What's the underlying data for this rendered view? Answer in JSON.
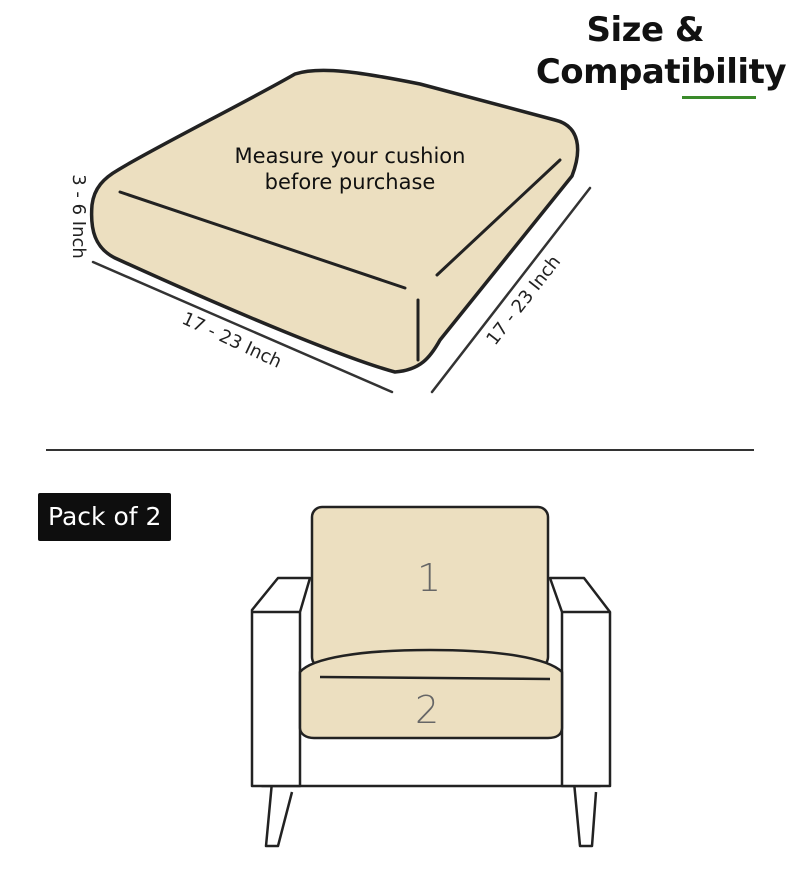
{
  "header": {
    "title_line1": "Size &",
    "title_line2": "Compatibility",
    "accent_color": "#3a8a2a"
  },
  "cushion": {
    "fill_color": "#ecdfc0",
    "instruction_line1": "Measure your cushion",
    "instruction_line2": "before purchase",
    "height_label": "3 - 6 Inch",
    "width_label": "17 - 23 Inch",
    "depth_label": "17 - 23 Inch"
  },
  "pack": {
    "badge_label": "Pack of 2",
    "back_cushion_number": "1",
    "seat_cushion_number": "2"
  }
}
